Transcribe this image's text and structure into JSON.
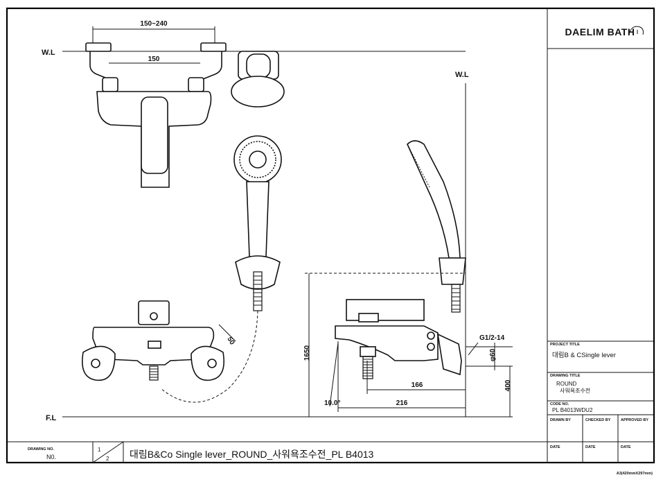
{
  "logo": {
    "text": "DAELIM BATH"
  },
  "labels": {
    "wl_left": "W.L",
    "wl_right": "W.L",
    "fl": "F.L"
  },
  "dimensions": {
    "top_range": "150~240",
    "top_center": "150",
    "knob": "50",
    "height": "1650",
    "thread": "G1/2-14",
    "diameter": "φ60",
    "spout_short": "166",
    "spout_long": "216",
    "angle": "10.0°",
    "outlet_height": "400"
  },
  "title_block": {
    "project_title_label": "PROJECT TITLE",
    "project_title_value": "대림B & CSingle lever",
    "drawing_title_label": "DRAWING TITLE",
    "drawing_title_line1": "ROUND",
    "drawing_title_line2": "사워욕조수전",
    "code_label": "CODE NO.",
    "code_value": "PL B4013WDU2",
    "drawn_by": "DRAWN BY",
    "checked_by": "CHECKED BY",
    "approved_by": "APPROVED BY",
    "date1": "DATE",
    "date2": "DATE",
    "date3": "DATE"
  },
  "bottom": {
    "drawing_no_label": "DRAWING NO.",
    "drawing_no_value": "N0.",
    "sheet_num": "1",
    "sheet_total": "2",
    "main_title": "대림B&Co Single lever_ROUND_사워욕조수전_PL B4013",
    "paper_size": "A3(420mmX297mm)"
  }
}
